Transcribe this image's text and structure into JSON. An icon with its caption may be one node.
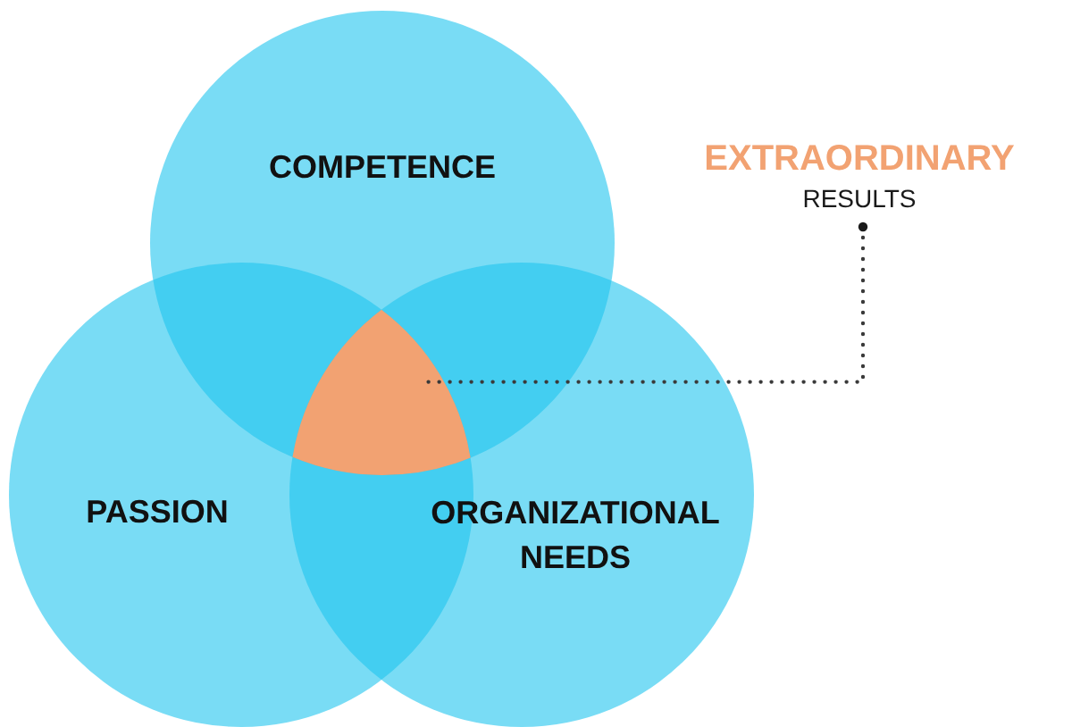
{
  "diagram": {
    "nodes": [
      {
        "text": [
          "COMPETENCE"
        ]
      },
      {
        "text": [
          "EXTRAORDINARY",
          "RESULTS"
        ]
      },
      {
        "text": [
          "PASSION"
        ]
      },
      {
        "text": [
          "ORGANIZATIONAL NEEDS"
        ]
      },
      {
        "text": [],
        "shape": "triangle"
      }
    ],
    "edges": [
      {
        "from": 1,
        "to": 4,
        "arrow": "other",
        "style": "dashed"
      }
    ]
  }
}
